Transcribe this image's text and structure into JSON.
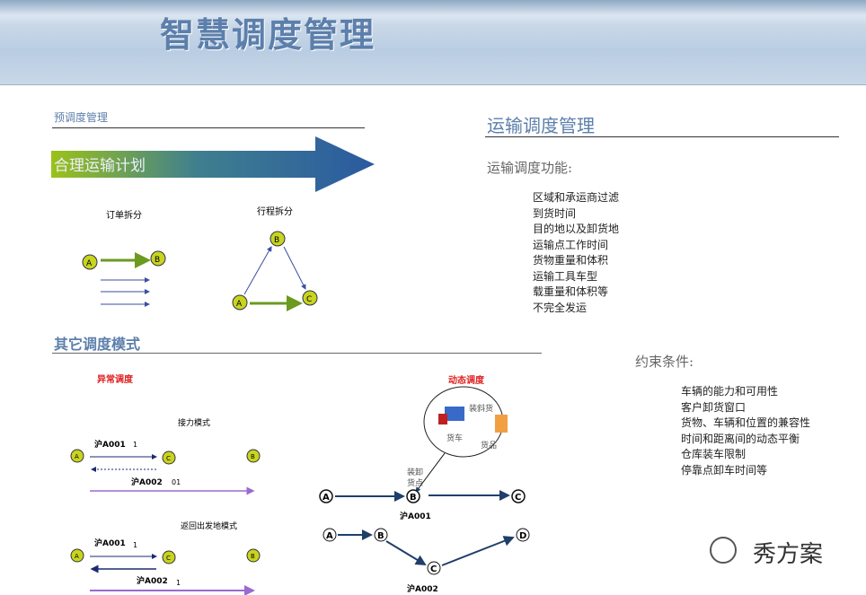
{
  "header": {
    "title": "智慧调度管理"
  },
  "pre": {
    "title": "预调度管理",
    "banner": "合理运输计划",
    "order_split": "订单拆分",
    "trip_split": "行程拆分"
  },
  "nodes": {
    "a": "A",
    "b": "B",
    "c": "C",
    "d": "D"
  },
  "other": {
    "title": "其它调度模式",
    "abnormal": "异常调度",
    "relay": "接力模式",
    "return": "返回出发地模式",
    "dynamic": "动态调度",
    "v1": "沪A001",
    "v1n": "1",
    "v2": "沪A002",
    "v2n": "01",
    "v2n2": "1",
    "load_goods": "装斜货",
    "truck": "货车",
    "goods": "货品",
    "point1": "装卸",
    "point2": "货点"
  },
  "transport": {
    "title": "运输调度管理",
    "functions_title": "运输调度功能:",
    "functions": [
      "区域和承运商过滤",
      "到货时间",
      "目的地以及卸货地",
      "运输点工作时间",
      "货物重量和体积",
      "运输工具车型",
      "载重量和体积等",
      "不完全发运"
    ],
    "constraints_title": "约束条件:",
    "constraints": [
      "车辆的能力和可用性",
      "客户卸货窗口",
      "货物、车辆和位置的兼容性",
      "时间和距离间的动态平衡",
      "仓库装车限制",
      "停靠点卸车时间等"
    ]
  },
  "watermark": "秀方案"
}
